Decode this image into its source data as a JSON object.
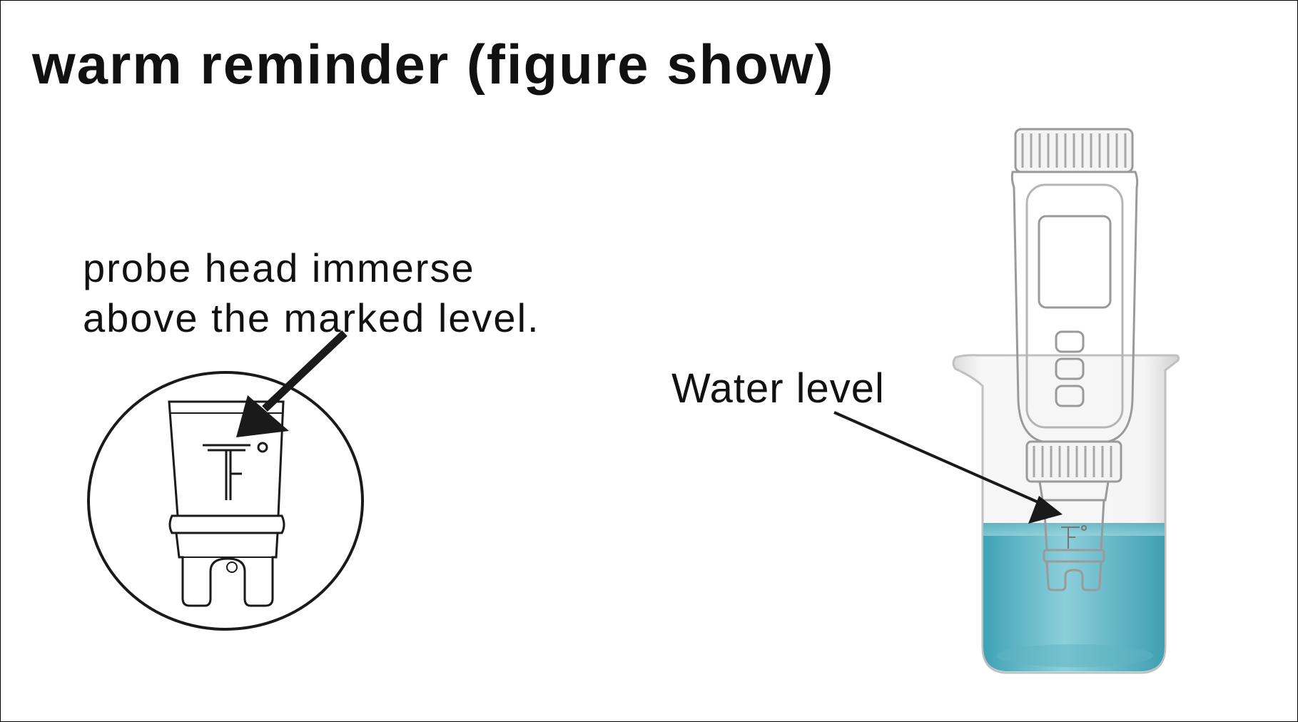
{
  "title": "warm reminder (figure show)",
  "instruction": {
    "line1": "probe head immerse",
    "line2": "above the marked level."
  },
  "water_level_label": "Water level",
  "probe_mark": "F",
  "colors": {
    "water": "#7ec4d0",
    "line": "#1a1a1a",
    "glass": "#bdbdbd"
  }
}
